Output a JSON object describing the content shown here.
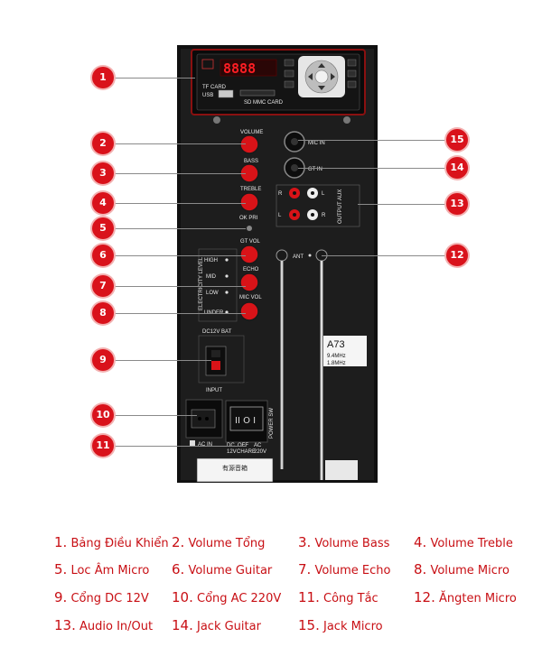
{
  "panel": {
    "display_digits": "8888",
    "tf_label": "TF CARD",
    "usb_label": "USB",
    "sd_label": "SD MMC CARD",
    "volume_label": "VOLUME",
    "bass_label": "BASS",
    "treble_label": "TREBLE",
    "okpri_label": "OK PRI",
    "gtvol_label": "GT VOL",
    "echo_label": "ECHO",
    "micvol_label": "MIC VOL",
    "high_label": "HIGH",
    "mid_label": "MID",
    "low_label": "LOW",
    "under_label": "UNDER",
    "level_label": "ELECTRICITY LEVEL",
    "mic_in_label": "MIC IN",
    "gt_in_label": "GT IN",
    "aux_label": "AUX",
    "output_label": "OUTPUT",
    "r_label": "R",
    "l_label": "L",
    "ant_label": "ANT",
    "model_label": "A73",
    "freq1": "9.4MHz",
    "freq2": "1.8MHz",
    "dc_label": "DC12V BAT",
    "input_label": "INPUT",
    "acin_label": "AC IN",
    "power_sw_label": "POWER SW",
    "switch_dc": "DC",
    "switch_off": "OFF",
    "switch_ac": "AC",
    "switch_12v": "12V",
    "switch_charge": "CHARE",
    "switch_220v": "220V",
    "sticker_title": "有源音箱"
  },
  "badges": [
    "1",
    "2",
    "3",
    "4",
    "5",
    "6",
    "7",
    "8",
    "9",
    "10",
    "11",
    "12",
    "13",
    "14",
    "15"
  ],
  "legend": [
    {
      "num": "1.",
      "text": "Bảng Điều Khiển"
    },
    {
      "num": "2.",
      "text": "Volume Tổng"
    },
    {
      "num": "3.",
      "text": "Volume Bass"
    },
    {
      "num": "4.",
      "text": "Volume Treble"
    },
    {
      "num": "5.",
      "text": "Loc Âm Micro"
    },
    {
      "num": "6.",
      "text": "Volume Guitar"
    },
    {
      "num": "7.",
      "text": "Volume Echo"
    },
    {
      "num": "8.",
      "text": "Volume Micro"
    },
    {
      "num": "9.",
      "text": "Cổng DC 12V"
    },
    {
      "num": "10.",
      "text": "Cổng AC 220V"
    },
    {
      "num": "11.",
      "text": "Công Tắc"
    },
    {
      "num": "12.",
      "text": "Ăngten Micro"
    },
    {
      "num": "13.",
      "text": "Audio In/Out"
    },
    {
      "num": "14.",
      "text": "Jack Guitar"
    },
    {
      "num": "15.",
      "text": "Jack Micro"
    }
  ],
  "colors": {
    "accent": "#c80f14",
    "badge": "#d9121b",
    "panel": "#1c1c1c",
    "display": "#e0141a"
  }
}
